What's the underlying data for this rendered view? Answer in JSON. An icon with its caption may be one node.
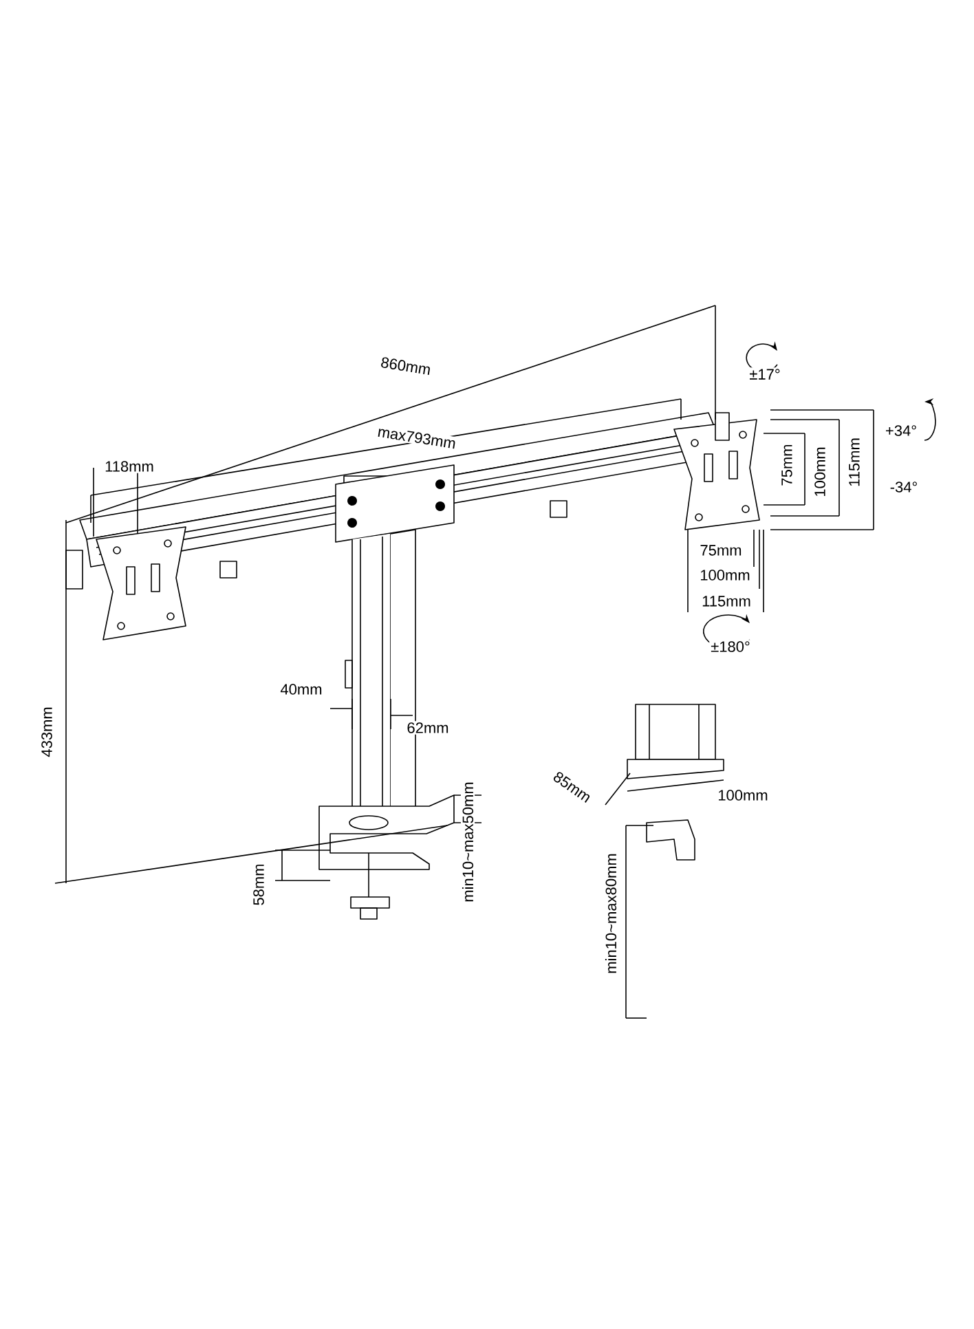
{
  "diagram": {
    "labels": [
      "860mm",
      "±17°",
      "max793mm",
      "118mm",
      "+34°",
      "75mm",
      "100mm",
      "115mm",
      "-34°",
      "75mm",
      "100mm",
      "115mm",
      "±180°",
      "433mm",
      "40mm",
      "62mm",
      "85mm",
      "100mm",
      "min10~max50mm",
      "58mm",
      "min10~max80mm"
    ]
  }
}
